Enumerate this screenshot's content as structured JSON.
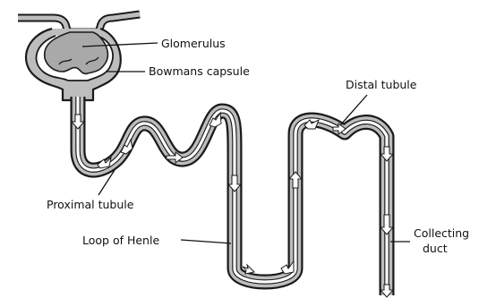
{
  "labels": {
    "glomerulus": "Glomerulus",
    "bowmans_capsule": "Bowmans capsule",
    "distal_tubule": "Distal tubule",
    "proximal_tubule": "Proximal tubule",
    "loop_of_henle": "Loop of Henle",
    "collecting_duct_line1": "Collecting",
    "collecting_duct_line2": "duct"
  },
  "colors": {
    "tubule_wall": "#bdbdbd",
    "glomerulus": "#a9a9a9",
    "outline": "#1a1a1a",
    "background": "#ffffff"
  }
}
